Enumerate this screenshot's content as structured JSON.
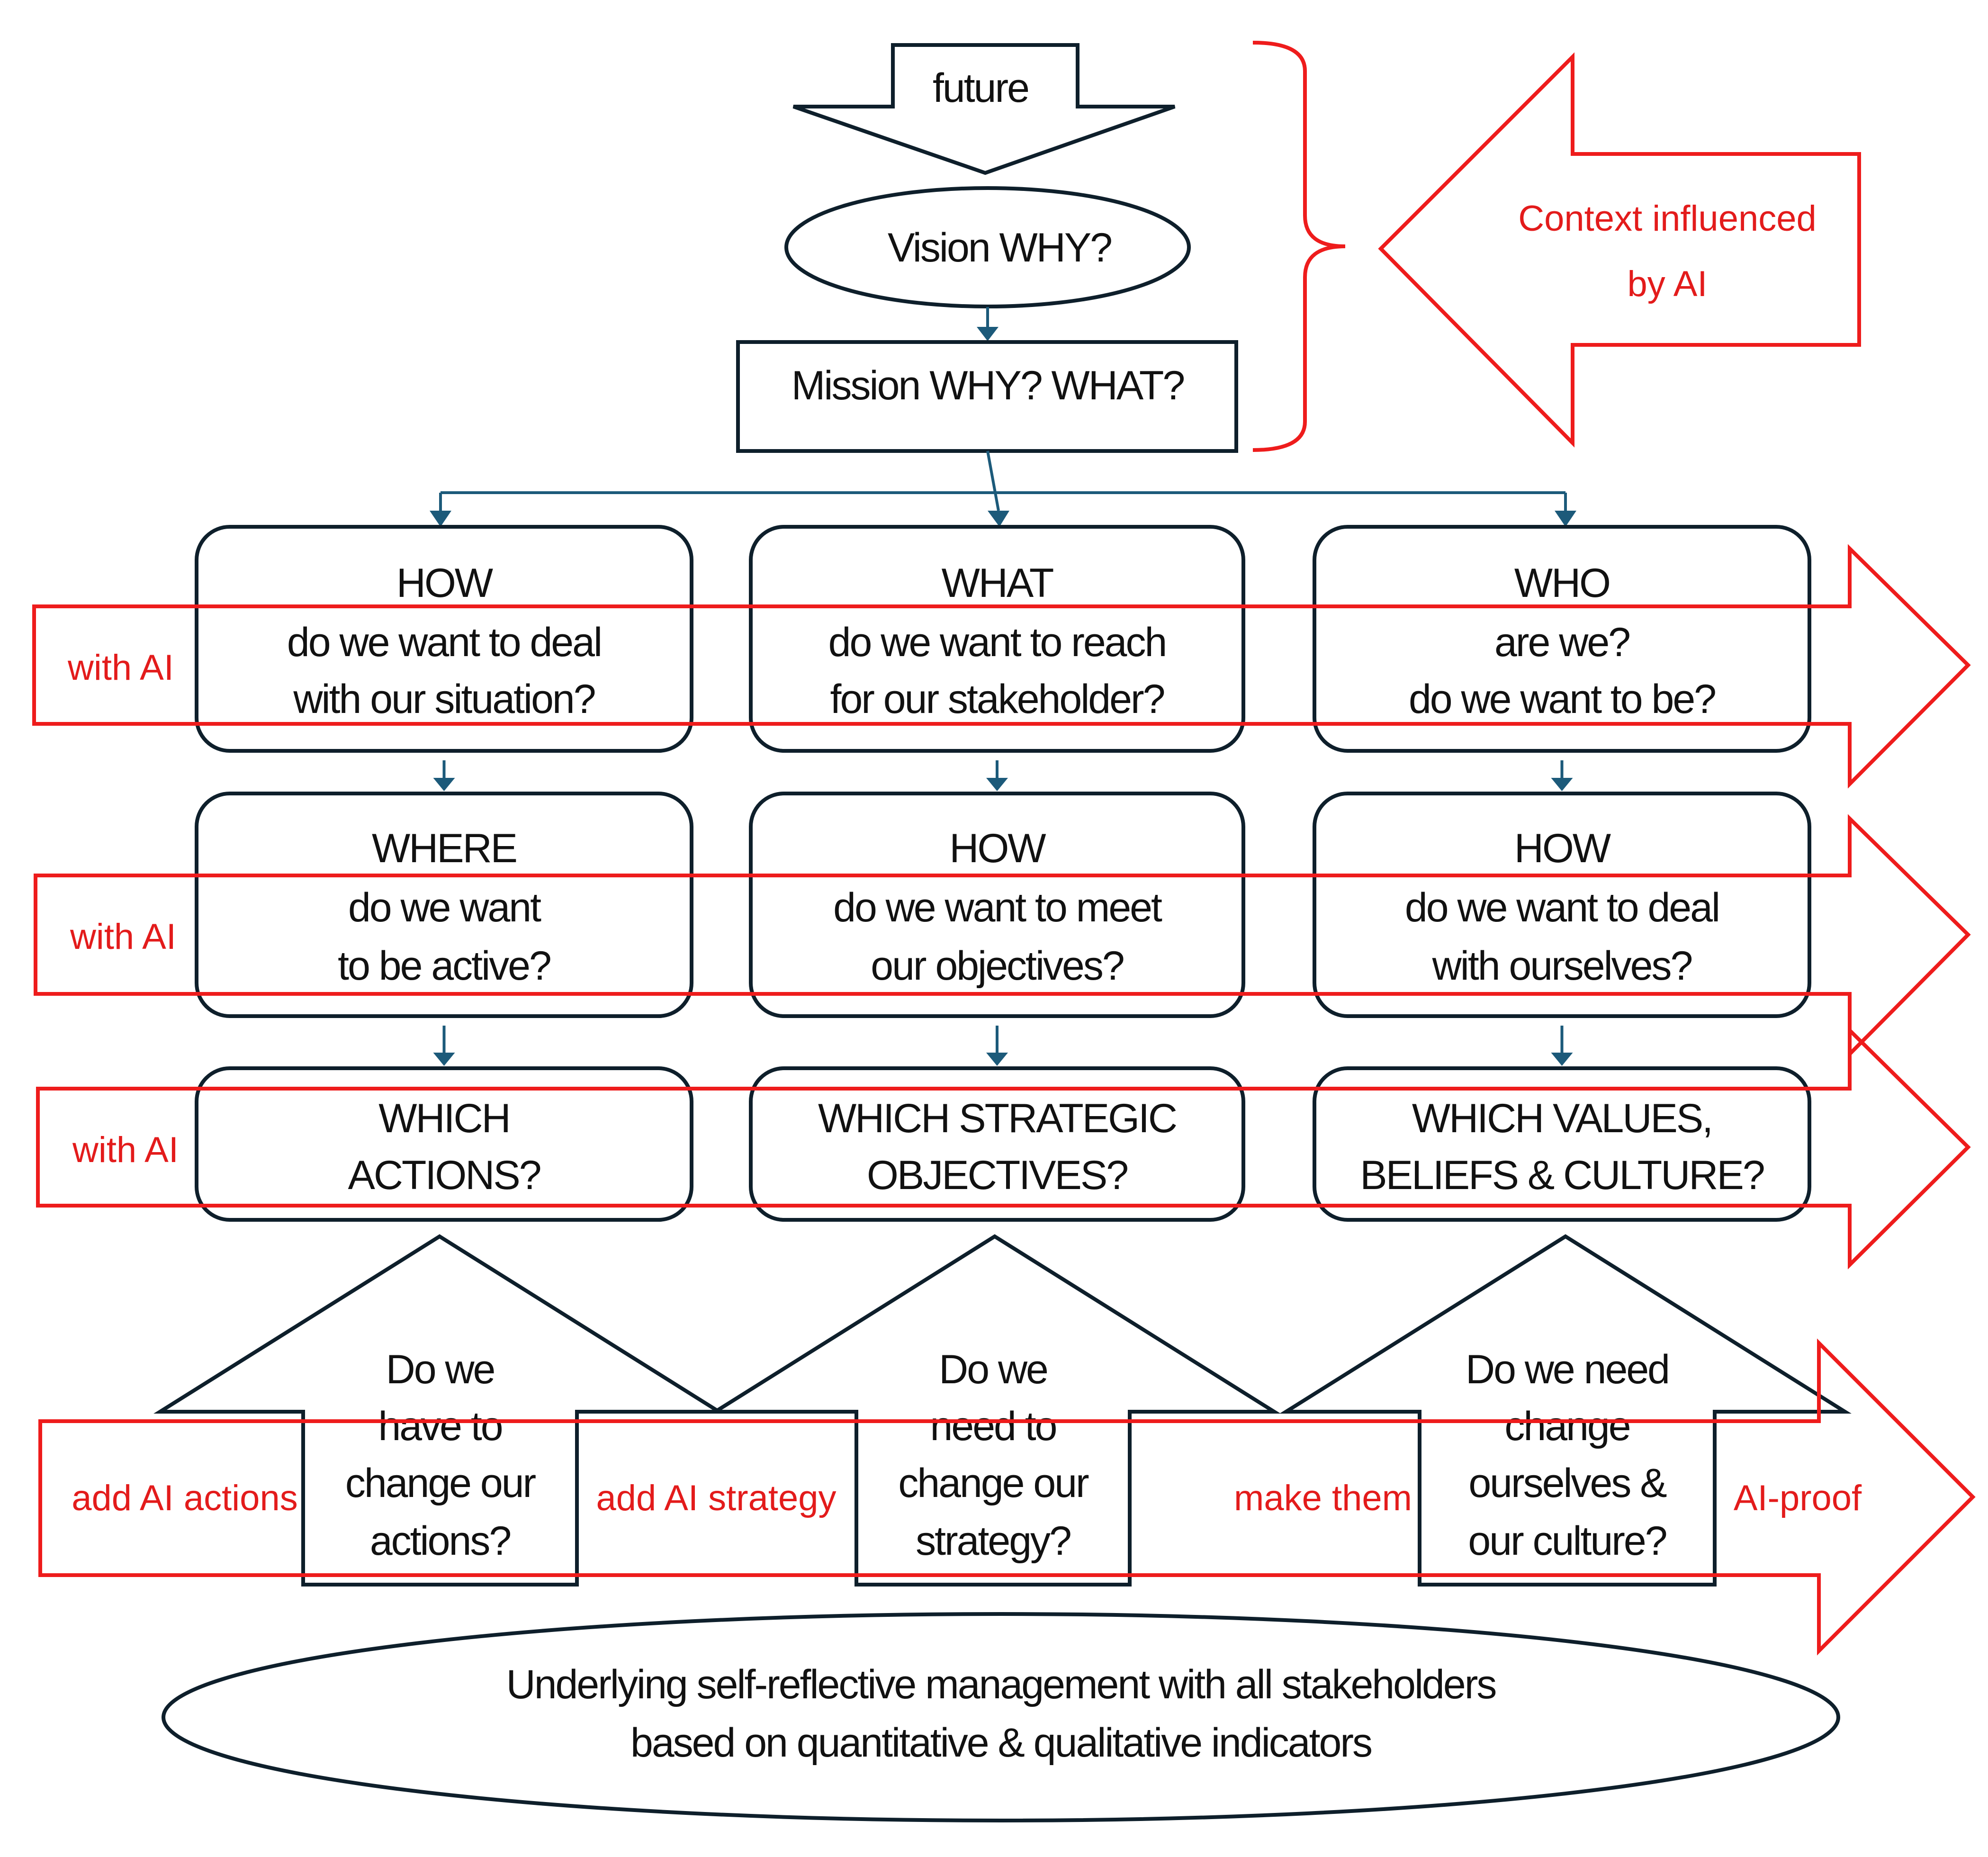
{
  "top": {
    "future": "future",
    "vision": "Vision WHY?",
    "mission": "Mission WHY? WHAT?",
    "context": [
      "Context influenced",
      "by AI"
    ]
  },
  "columns": [
    {
      "row1": [
        "HOW",
        "do we want to deal",
        "with our situation?"
      ],
      "row2": [
        "WHERE",
        "do we want",
        "to be active?"
      ],
      "row3": [
        "WHICH",
        "ACTIONS?"
      ],
      "question": [
        "Do we",
        "have to",
        "change our",
        "actions?"
      ]
    },
    {
      "row1": [
        "WHAT",
        "do we want to reach",
        "for our stakeholder?"
      ],
      "row2": [
        "HOW",
        "do we want to meet",
        "our objectives?"
      ],
      "row3": [
        "WHICH STRATEGIC",
        "OBJECTIVES?"
      ],
      "question": [
        "Do we",
        "need to",
        "change our",
        "strategy?"
      ]
    },
    {
      "row1": [
        "WHO",
        "are we?",
        "do we want to be?"
      ],
      "row2": [
        "HOW",
        "do we want to deal",
        "with ourselves?"
      ],
      "row3": [
        "WHICH VALUES,",
        "BELIEFS & CULTURE?"
      ],
      "question": [
        "Do we need",
        "change",
        "ourselves &",
        "our culture?"
      ]
    }
  ],
  "row_labels": [
    "with AI",
    "with AI",
    "with AI"
  ],
  "bottom_labels": [
    "add AI actions",
    "add AI strategy",
    "make them",
    "AI-proof"
  ],
  "footer": [
    "Underlying self-reflective management with all stakeholders",
    "based on quantitative & qualitative indicators"
  ],
  "colors": {
    "ink": "#0e1f2b",
    "connector": "#1c5a7a",
    "accent": "#ee1c1c"
  }
}
